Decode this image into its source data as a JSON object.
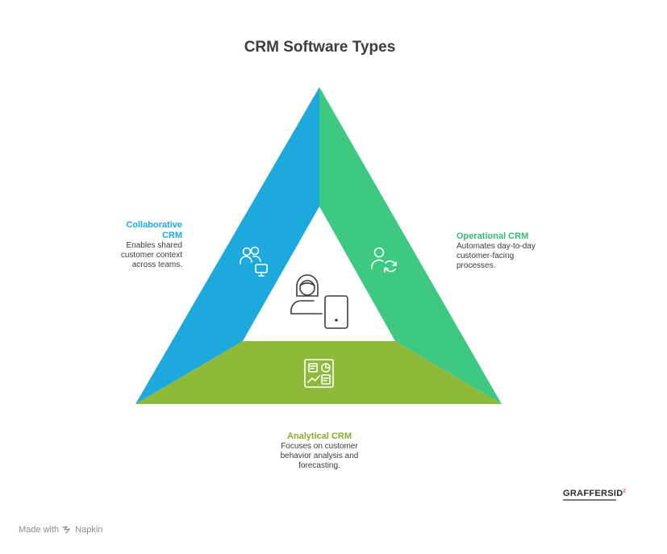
{
  "title": "CRM Software Types",
  "segments": {
    "collaborative": {
      "title_line1": "Collaborative",
      "title_line2": "CRM",
      "desc_lines": [
        "Enables shared",
        "customer context",
        "across teams."
      ],
      "color": "#1ea9dc",
      "icon": "users-monitor-icon"
    },
    "operational": {
      "title": "Operational CRM",
      "desc_lines": [
        "Automates day-to-day",
        "customer-facing",
        "processes."
      ],
      "color": "#3ec882",
      "icon": "user-refresh-icon"
    },
    "analytical": {
      "title": "Analytical CRM",
      "desc_lines": [
        "Focuses on customer",
        "behavior analysis and",
        "forecasting."
      ],
      "color": "#8fb93a",
      "icon": "dashboard-chart-icon"
    }
  },
  "center_icon": "person-tablet-icon",
  "footer": {
    "made_with": "Made with",
    "tool": "Napkin"
  },
  "brand": {
    "name": "GRAFFERSID",
    "mark": "2"
  }
}
